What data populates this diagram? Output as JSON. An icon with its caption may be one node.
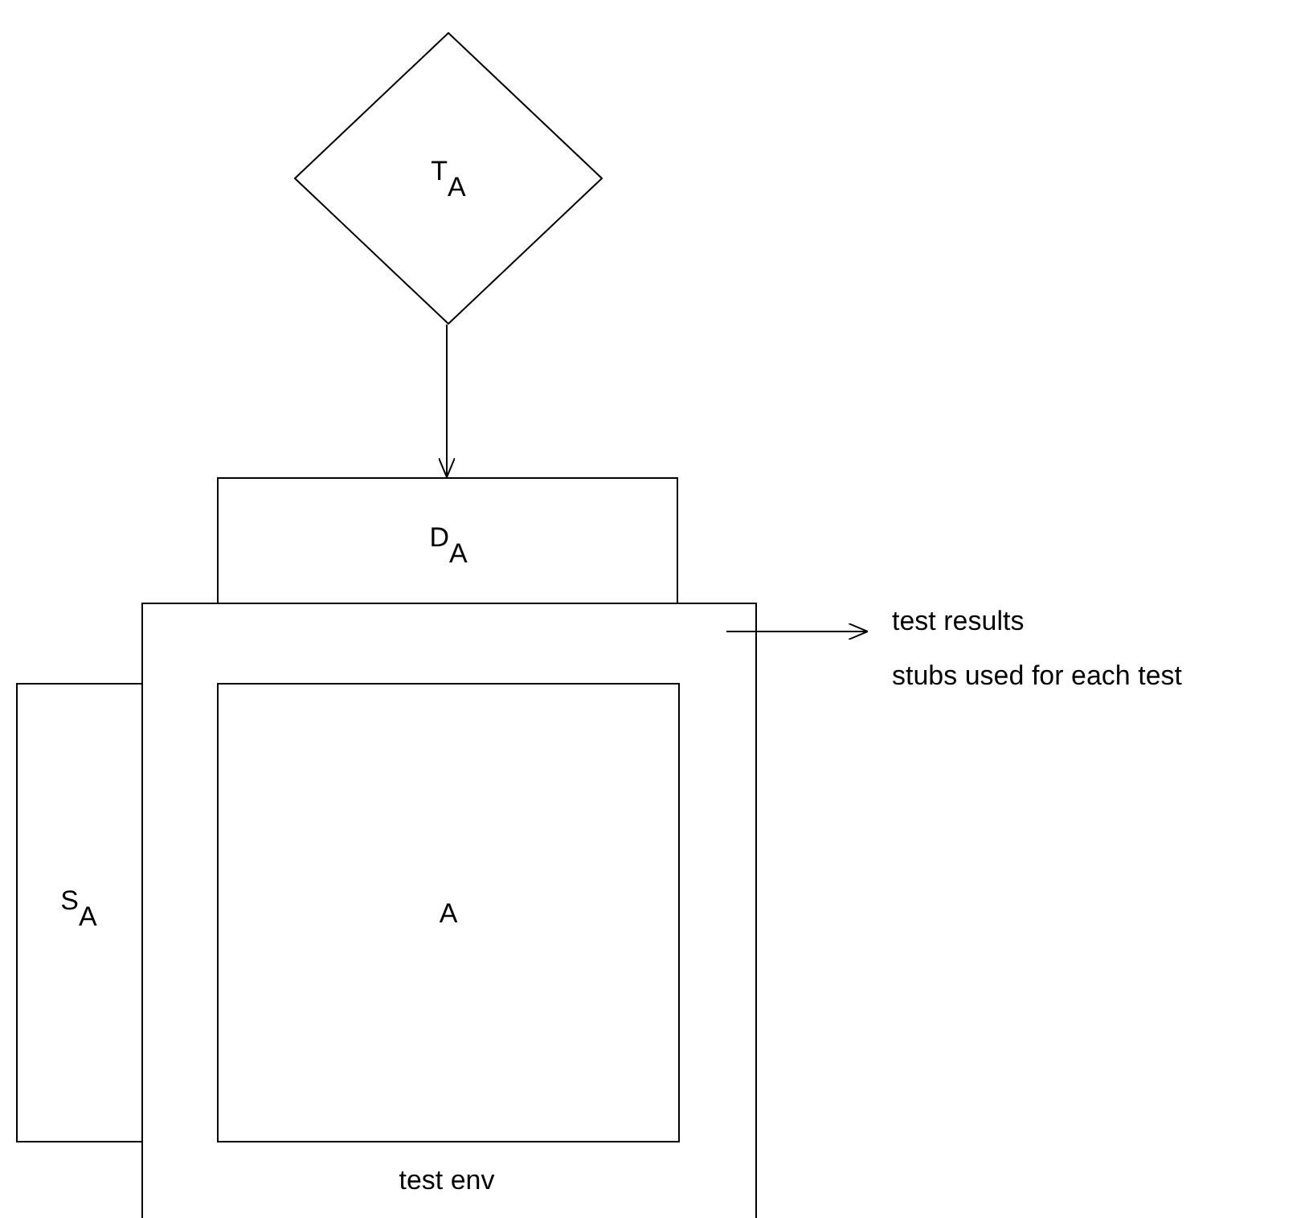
{
  "diagram": {
    "nodes": [
      {
        "text": [
          "T$_{A}$"
        ]
      },
      {
        "text": [
          "D$_{A}$"
        ]
      },
      {
        "text": [
          "test env"
        ]
      },
      {
        "text": [
          "A"
        ],
        "in": 2
      },
      {
        "text": [
          "S$_{A}$"
        ]
      },
      {
        "text": [
          "test results",
          "stubs used for each test"
        ]
      }
    ],
    "edges": [
      {
        "from": 0,
        "to": 1,
        "arrow": "to"
      },
      {
        "from": 2,
        "to": 5,
        "arrow": "to"
      }
    ]
  }
}
